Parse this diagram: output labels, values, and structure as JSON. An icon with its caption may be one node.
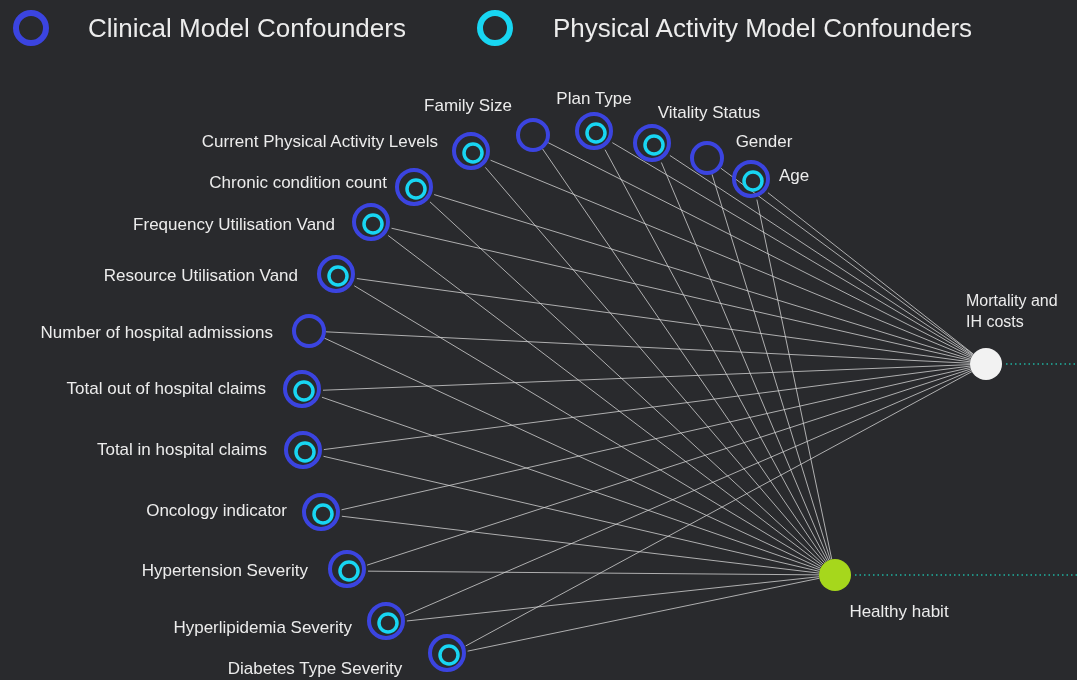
{
  "diagram": {
    "nodes": [
      {
        "text": [
          "Family Size"
        ]
      },
      {
        "text": [
          "Plan Type"
        ]
      },
      {
        "text": [
          "Vitality Status"
        ]
      },
      {
        "text": [
          "Current Physical Activity Levels"
        ]
      },
      {
        "text": [
          "Gender"
        ]
      },
      {
        "text": [
          "Age"
        ]
      },
      {
        "text": [
          "Chronic condition count"
        ]
      },
      {
        "text": [
          "Frequency Utilisation Vand"
        ]
      },
      {
        "text": [
          "Resource Utilisation Vand"
        ]
      },
      {
        "text": [
          "Number of hospital admissions"
        ]
      },
      {
        "text": [
          "Total out of hospital claims"
        ]
      },
      {
        "text": [
          "Total in hospital claims"
        ]
      },
      {
        "text": [
          "Oncology indicator"
        ]
      },
      {
        "text": [
          "Hypertension Severity"
        ]
      },
      {
        "text": [
          "Hyperlipidemia Severity"
        ]
      },
      {
        "text": [
          "Diabetes Type Severity"
        ]
      },
      {
        "text": [
          "Mortality and IH costs"
        ]
      },
      {
        "text": [
          "Healthy habit"
        ]
      },
      {
        "text": [],
        "shape": "circle",
        "in": 1
      },
      {
        "text": [],
        "shape": "circle",
        "in": 2
      },
      {
        "text": [],
        "shape": "circle",
        "in": 3
      },
      {
        "text": [],
        "shape": "circle",
        "in": 5
      },
      {
        "text": [],
        "shape": "circle",
        "in": 6
      },
      {
        "text": [],
        "shape": "circle",
        "in": 7
      },
      {
        "text": [],
        "shape": "circle",
        "in": 8
      },
      {
        "text": [],
        "shape": "circle",
        "in": 10
      },
      {
        "text": [],
        "shape": "circle",
        "in": 11
      },
      {
        "text": [],
        "shape": "circle",
        "in": 12
      },
      {
        "text": [],
        "shape": "circle",
        "in": 13
      },
      {
        "text": [],
        "shape": "circle",
        "in": 14
      },
      {
        "text": [],
        "shape": "circle",
        "in": 15
      }
    ],
    "edges": [
      {
        "from": 0,
        "to": 16,
        "arrow": "none"
      },
      {
        "from": 0,
        "to": 17,
        "arrow": "none"
      },
      {
        "from": 1,
        "to": 16,
        "arrow": "none"
      },
      {
        "from": 1,
        "to": 17,
        "arrow": "none"
      },
      {
        "from": 2,
        "to": 16,
        "arrow": "none"
      },
      {
        "from": 2,
        "to": 17,
        "arrow": "none"
      },
      {
        "from": 3,
        "to": 16,
        "arrow": "none"
      },
      {
        "from": 3,
        "to": 17,
        "arrow": "none"
      },
      {
        "from": 4,
        "to": 16,
        "arrow": "none"
      },
      {
        "from": 4,
        "to": 17,
        "arrow": "none"
      },
      {
        "from": 5,
        "to": 16,
        "arrow": "none"
      },
      {
        "from": 5,
        "to": 17,
        "arrow": "none"
      },
      {
        "from": 6,
        "to": 16,
        "arrow": "none"
      },
      {
        "from": 6,
        "to": 17,
        "arrow": "none"
      },
      {
        "from": 7,
        "to": 16,
        "arrow": "none"
      },
      {
        "from": 7,
        "to": 17,
        "arrow": "none"
      },
      {
        "from": 8,
        "to": 16,
        "arrow": "none"
      },
      {
        "from": 8,
        "to": 17,
        "arrow": "none"
      },
      {
        "from": 9,
        "to": 16,
        "arrow": "none"
      },
      {
        "from": 9,
        "to": 17,
        "arrow": "none"
      },
      {
        "from": 10,
        "to": 16,
        "arrow": "none"
      },
      {
        "from": 10,
        "to": 17,
        "arrow": "none"
      },
      {
        "from": 11,
        "to": 16,
        "arrow": "none"
      },
      {
        "from": 11,
        "to": 17,
        "arrow": "none"
      },
      {
        "from": 12,
        "to": 16,
        "arrow": "none"
      },
      {
        "from": 12,
        "to": 17,
        "arrow": "none"
      },
      {
        "from": 13,
        "to": 16,
        "arrow": "none"
      },
      {
        "from": 13,
        "to": 17,
        "arrow": "none"
      },
      {
        "from": 14,
        "to": 16,
        "arrow": "none"
      },
      {
        "from": 14,
        "to": 17,
        "arrow": "none"
      },
      {
        "from": 15,
        "to": 16,
        "arrow": "none"
      },
      {
        "from": 15,
        "to": 17,
        "arrow": "none"
      },
      {
        "from": 16,
        "to": null,
        "arrow": "none",
        "style": "dashed",
        "color": "#1fb3a0"
      },
      {
        "from": 17,
        "to": null,
        "arrow": "none",
        "style": "dashed",
        "color": "#1fb3a0"
      }
    ],
    "legend": [
      {
        "text": "Clinical Model Confounders",
        "color": "#3b44e0"
      },
      {
        "text": "Physical Activity Model Confounders",
        "color": "#18d6f2"
      }
    ]
  }
}
